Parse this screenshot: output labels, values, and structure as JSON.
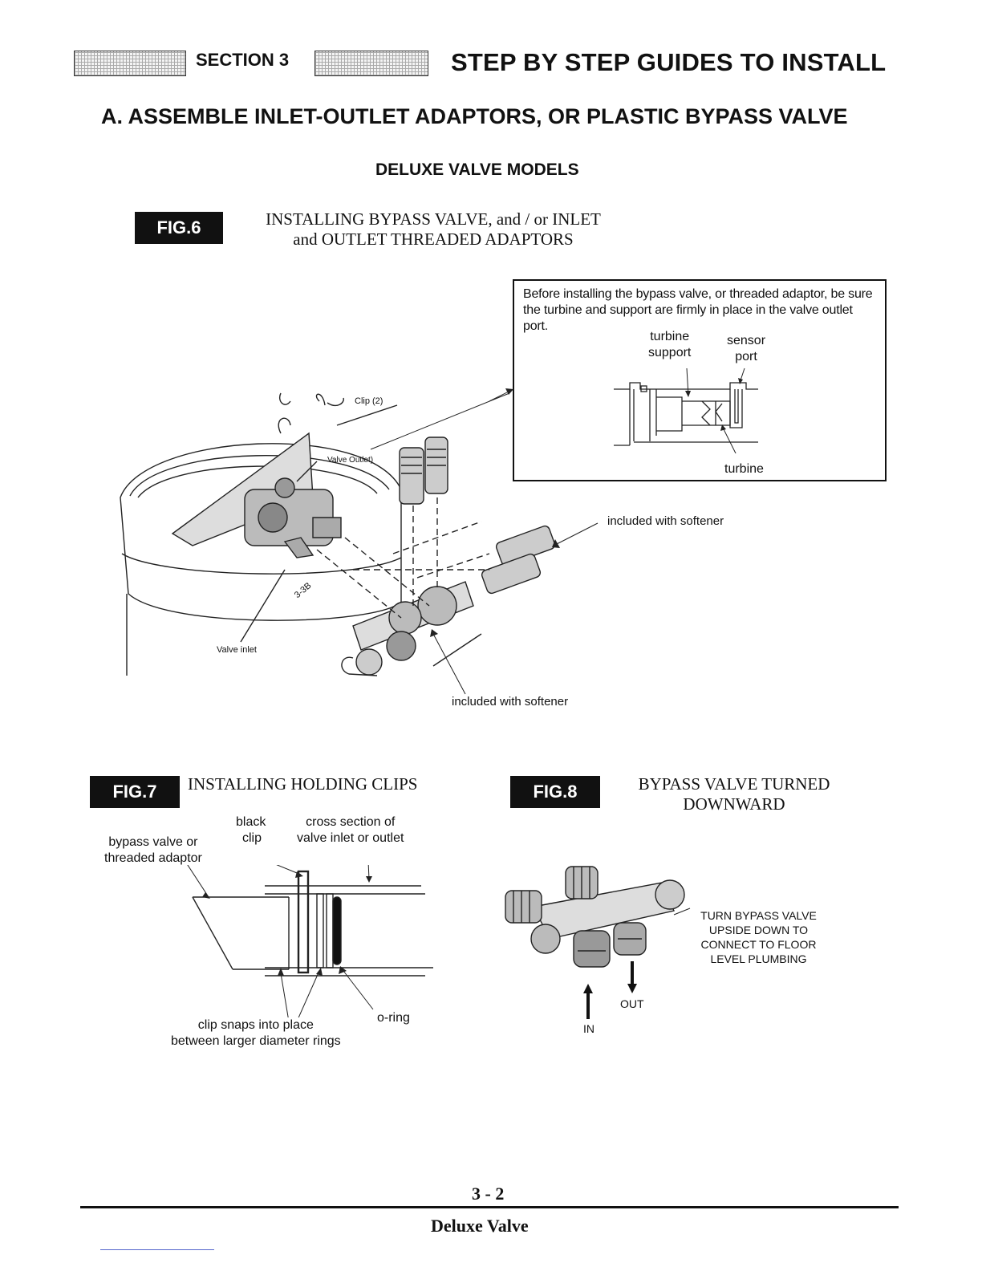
{
  "header": {
    "section_label": "SECTION 3",
    "title": "STEP BY STEP GUIDES TO INSTALL"
  },
  "heading_a": "A. ASSEMBLE INLET-OUTLET ADAPTORS, OR PLASTIC BYPASS VALVE",
  "subheading": "DELUXE VALVE MODELS",
  "fig6": {
    "badge": "FIG.6",
    "title_line1": "INSTALLING BYPASS VALVE, and / or INLET",
    "title_line2": "and OUTLET THREADED ADAPTORS",
    "callout_text": "Before installing the bypass valve, or threaded adaptor, be sure the turbine and support are firmly in place in the valve outlet port.",
    "label_turbine_support": [
      "turbine",
      "support"
    ],
    "label_sensor_port": [
      "sensor",
      "port"
    ],
    "label_turbine": "turbine",
    "label_clip": "Clip (2)",
    "label_valve_outlet": "Valve Outlet)",
    "label_valve_inlet": "Valve inlet",
    "label_338": "3-3B",
    "label_included_1": "included with softener",
    "label_included_2": "included with softener"
  },
  "fig7": {
    "badge": "FIG.7",
    "title": "INSTALLING HOLDING CLIPS",
    "label_black_clip": [
      "black",
      "clip"
    ],
    "label_cross_section": [
      "cross section of",
      "valve inlet or outlet"
    ],
    "label_bypass": [
      "bypass valve or",
      "threaded adaptor"
    ],
    "label_clip_snaps": [
      "clip snaps into place",
      "between larger diameter rings"
    ],
    "label_oring": "o-ring"
  },
  "fig8": {
    "badge": "FIG.8",
    "title_line1": "BYPASS VALVE TURNED",
    "title_line2": "DOWNWARD",
    "note": [
      "TURN BYPASS VALVE",
      "UPSIDE DOWN TO",
      "CONNECT TO FLOOR",
      "LEVEL PLUMBING"
    ],
    "label_in": "IN",
    "label_out": "OUT"
  },
  "footer": {
    "page_number": "3 - 2",
    "doc_title": "Deluxe Valve"
  }
}
